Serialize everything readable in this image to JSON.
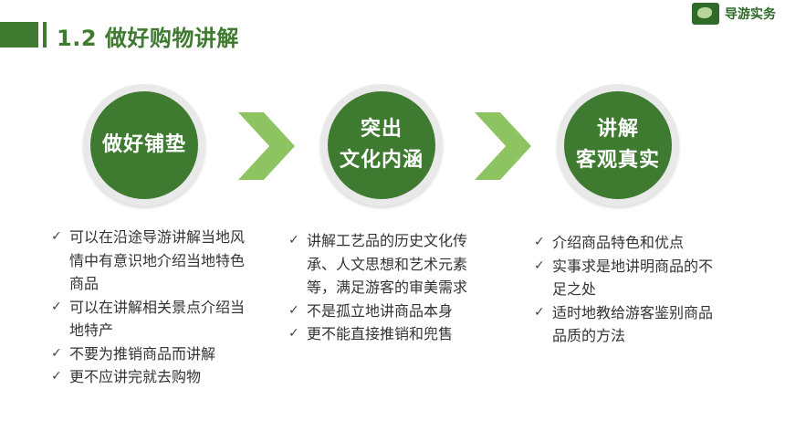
{
  "header": {
    "title": "1.2 做好购物讲解"
  },
  "brand": {
    "logo_icon": "guide-logo-icon",
    "name": "导游实务"
  },
  "colors": {
    "primary": "#3e7a30",
    "arrow": "#8dc360",
    "ring": "#e9e9e9",
    "text": "#333333"
  },
  "steps": [
    {
      "label_lines": [
        "做好铺垫"
      ],
      "bullets": [
        "可以在沿途导游讲解当地风情中有意识地介绍当地特色商品",
        "可以在讲解相关景点介绍当地特产",
        "不要为推销商品而讲解",
        "更不应讲完就去购物"
      ]
    },
    {
      "label_lines": [
        "突出",
        "文化内涵"
      ],
      "bullets": [
        "讲解工艺品的历史文化传承、人文思想和艺术元素等，满足游客的审美需求",
        "不是孤立地讲商品本身",
        "更不能直接推销和兜售"
      ]
    },
    {
      "label_lines": [
        "讲解",
        "客观真实"
      ],
      "bullets": [
        "介绍商品特色和优点",
        "实事求是地讲明商品的不足之处",
        "适时地教给游客鉴别商品品质的方法"
      ]
    }
  ]
}
